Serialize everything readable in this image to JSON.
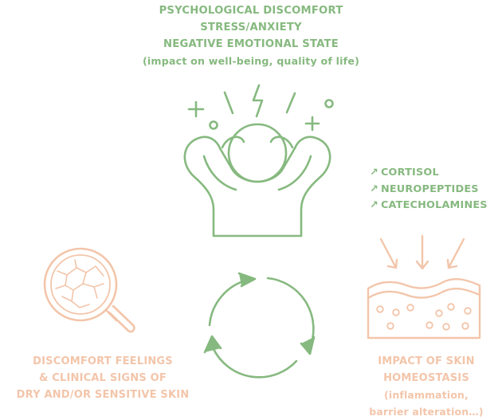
{
  "top_caption": {
    "line1": "PSYCHOLOGICAL DISCOMFORT",
    "line2": "STRESS/ANXIETY",
    "line3": "NEGATIVE EMOTIONAL STATE",
    "line4": "(impact on well-being, quality of life)"
  },
  "hormones": {
    "arrow": "↗",
    "items": [
      "CORTISOL",
      "NEUROPEPTIDES",
      "CATECHOLAMINES"
    ]
  },
  "left_caption": {
    "line1": "DISCOMFORT FEELINGS",
    "line2": "& CLINICAL SIGNS OF",
    "line3": "DRY AND/OR SENSITIVE SKIN"
  },
  "right_caption": {
    "line1": "IMPACT OF SKIN",
    "line2": "HOMEOSTASIS",
    "line3": "(inflammation,",
    "line4": "barrier alteration…)"
  },
  "icons": {
    "stressed_person": "stressed-person-icon",
    "magnifier": "magnifying-glass-dry-skin-icon",
    "skin_section": "skin-cross-section-icon",
    "cycle": "cycle-arrows-icon"
  },
  "colors": {
    "green": "#86b97f",
    "peach": "#f3c5aa"
  }
}
